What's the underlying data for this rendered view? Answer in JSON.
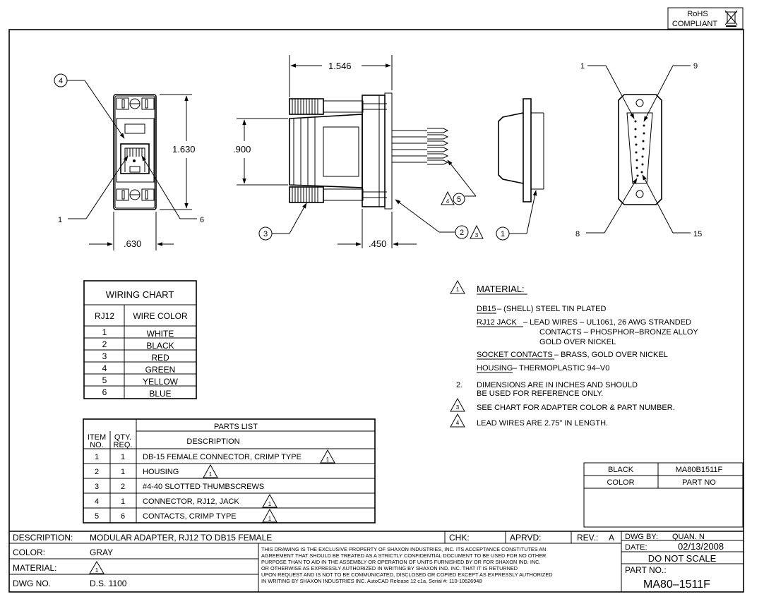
{
  "rohs": {
    "line1": "RoHS",
    "line2": "COMPLIANT"
  },
  "dimensions": {
    "width_top": "1.546",
    "height_jack": "1.630",
    "height_housing": ".900",
    "width_jack": ".630",
    "depth": ".450"
  },
  "balloons": {
    "b4": "4",
    "b3": "3",
    "b1": "1",
    "b23_circle": "2",
    "b23_tri": "3",
    "b45_tri": "4",
    "b45_circle": "5"
  },
  "pin_labels": {
    "p1": "1",
    "p9": "9",
    "p8": "8",
    "p15": "15",
    "jack1": "1",
    "jack6": "6"
  },
  "wiring_chart": {
    "title": "WIRING CHART",
    "headers": [
      "RJ12",
      "WIRE COLOR"
    ],
    "rows": [
      [
        "1",
        "WHITE"
      ],
      [
        "2",
        "BLACK"
      ],
      [
        "3",
        "RED"
      ],
      [
        "4",
        "GREEN"
      ],
      [
        "5",
        "YELLOW"
      ],
      [
        "6",
        "BLUE"
      ]
    ]
  },
  "parts_list": {
    "title": "PARTS LIST",
    "headers": {
      "item_1": "ITEM",
      "item_2": "NO.",
      "qty_1": "QTY.",
      "qty_2": "REQ.",
      "desc": "DESCRIPTION"
    },
    "rows": [
      [
        "1",
        "1",
        "DB-15 FEMALE CONNECTOR, CRIMP TYPE"
      ],
      [
        "2",
        "1",
        "HOUSING"
      ],
      [
        "3",
        "2",
        "#4-40 SLOTTED THUMBSCREWS"
      ],
      [
        "4",
        "1",
        "CONNECTOR, RJ12, JACK"
      ],
      [
        "5",
        "6",
        "CONTACTS, CRIMP TYPE"
      ]
    ],
    "row_tri": [
      "1",
      "1",
      "",
      "1",
      "1"
    ]
  },
  "notes": {
    "n1_num": "1",
    "n1_title": "MATERIAL:",
    "db15_key": "DB15",
    "db15_val": " – (SHELL) STEEL TIN PLATED",
    "rj12_key": "RJ12 JACK",
    "rj12_val": " – LEAD WIRES – UL1061, 26 AWG STRANDED",
    "rj12_l2": "CONTACTS – PHOSPHOR–BRONZE ALLOY",
    "rj12_l3": "GOLD OVER NICKEL",
    "socket_key": "SOCKET CONTACTS",
    "socket_val": " – BRASS, GOLD OVER NICKEL",
    "housing_key": "HOUSING",
    "housing_val": " – THERMOPLASTIC 94–V0",
    "n2_num": "2.",
    "n2_l1": "DIMENSIONS ARE IN INCHES AND SHOULD",
    "n2_l2": "BE USED FOR REFERENCE ONLY.",
    "n3_num": "3",
    "n3_text": "SEE CHART FOR ADAPTER COLOR & PART NUMBER.",
    "n4_num": "4",
    "n4_text": "LEAD WIRES ARE 2.75\" IN LENGTH."
  },
  "color_part": {
    "color": "BLACK",
    "part": "MA80B1511F",
    "color_label": "COLOR",
    "part_label": "PART NO"
  },
  "title_block": {
    "description_label": "DESCRIPTION:",
    "description": "MODULAR ADAPTER, RJ12 TO DB15 FEMALE",
    "chk": "CHK:",
    "aprvd": "APRVD:",
    "rev_label": "REV.:",
    "rev": "A",
    "dwg_by_label": "DWG BY:",
    "dwg_by": "QUAN. N",
    "date_label": "DATE:",
    "date": "02/13/2008",
    "do_not_scale": "DO NOT SCALE",
    "part_no_label": "PART NO.:",
    "part_no": "MA80–1511F",
    "color_label": "COLOR:",
    "color": "GRAY",
    "material_label": "MATERIAL:",
    "material_tri": "1",
    "dwg_no_label": "DWG NO.",
    "dwg_no": "D.S. 1100",
    "legal": [
      "THIS DRAWING IS THE EXCLUSIVE PROPERTY OF SHAXON INDUSTRIES, INC. ITS ACCEPTANCE CONSTITUTES AN",
      "AGREEMENT THAT SHOULD BE TREATED AS A STRICTLY CONFIDENTIAL DOCUMENT TO BE USED FOR NO OTHER",
      "PURPOSE THAN TO AID IN THE ASSEMBLY OR OPERATION OF UNITS FURNISHED BY OR FOR SHAXON IND. INC.",
      "OR OTHERWISE AS EXPRESSLY AUTHORIZED IN WRITING BY SHAXON IND. INC. THAT IT IS RETURNED",
      "UPON REQUEST AND IS NOT TO BE COMMUNICATED, DISCLOSED OR COPIED EXCEPT AS EXPRESSLY AUTHORIZED",
      "IN WRITING BY SHAXON INDUSTRIES INC. AutoCAD Release 12 c1a, Serial #: 110-10626948"
    ]
  }
}
